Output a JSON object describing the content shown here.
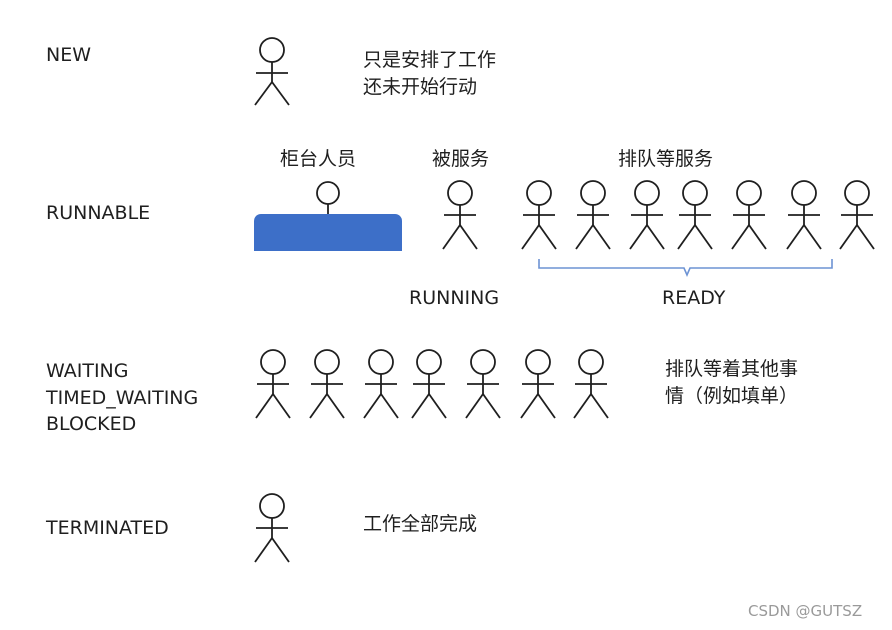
{
  "rows": {
    "new": {
      "state": "NEW",
      "note_lines": [
        "只是安排了工作",
        "还未开始行动"
      ]
    },
    "runnable": {
      "state": "RUNNABLE",
      "counter_label": "柜台人员",
      "served_label": "被服务",
      "queue_label": "排队等服务",
      "running_label": "RUNNING",
      "ready_label": "READY"
    },
    "waiting": {
      "state_lines": [
        "WAITING",
        "TIMED_WAITING",
        "BLOCKED"
      ],
      "note_lines": [
        "排队等着其他事",
        "情（例如填单）"
      ]
    },
    "terminated": {
      "state": "TERMINATED",
      "note": "工作全部完成"
    }
  },
  "colors": {
    "counter": "#3d6fc8",
    "brace": "#6d93d4"
  },
  "watermark": "CSDN @GUTSZ"
}
